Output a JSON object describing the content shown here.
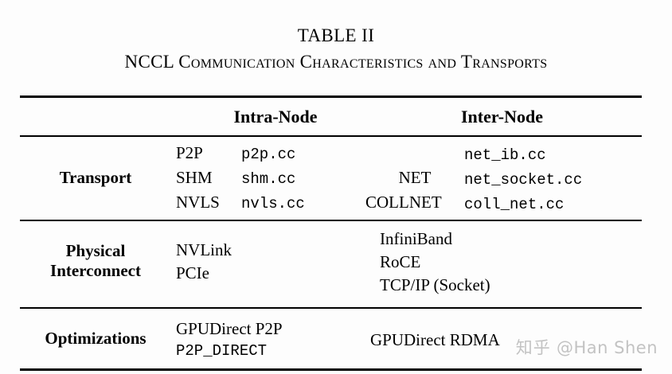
{
  "document": {
    "table_number": "TABLE II",
    "caption": "NCCL Communication Characteristics and Transports"
  },
  "table": {
    "column_headers": {
      "row_label": "",
      "intra": "Intra-Node",
      "inter": "Inter-Node"
    },
    "rows": [
      {
        "label": "Transport",
        "intra_pairs": [
          {
            "name": "P2P",
            "file": "p2p.cc"
          },
          {
            "name": "SHM",
            "file": "shm.cc"
          },
          {
            "name": "NVLS",
            "file": "nvls.cc"
          }
        ],
        "inter_names": {
          "net": "NET",
          "collnet": "COLLNET"
        },
        "inter_files": [
          "net_ib.cc",
          "net_socket.cc",
          "coll_net.cc"
        ]
      },
      {
        "label": "Physical\nInterconnect",
        "label_line1": "Physical",
        "label_line2": "Interconnect",
        "intra_items": [
          "NVLink",
          "PCIe"
        ],
        "inter_items": [
          "InfiniBand",
          "RoCE",
          "TCP/IP (Socket)"
        ]
      },
      {
        "label": "Optimizations",
        "intra_serif": "GPUDirect P2P",
        "intra_mono": "P2P_DIRECT",
        "inter_serif": "GPUDirect RDMA"
      }
    ]
  },
  "watermark": {
    "logo_text": "知乎",
    "handle": "@Han Shen",
    "color": "#c3c3c3"
  }
}
